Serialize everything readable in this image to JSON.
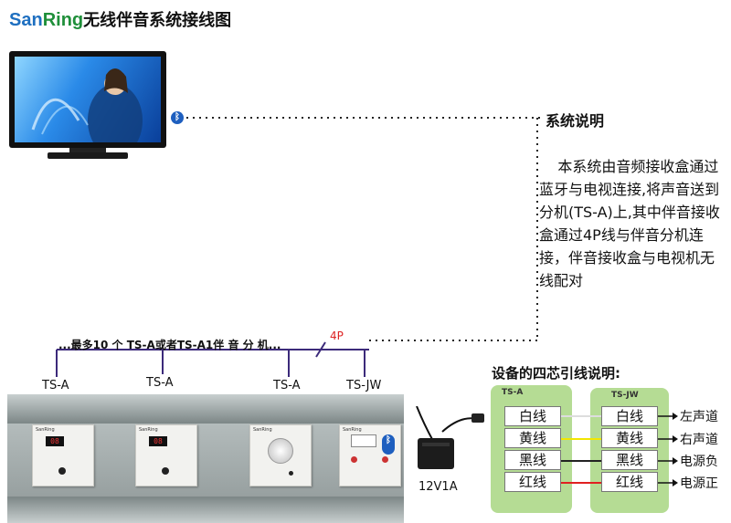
{
  "header": {
    "brand_part1": "San",
    "brand_part2": "Ring",
    "title": "无线伴音系统接线图"
  },
  "tv": {
    "icon": "tv-icon",
    "bluetooth_icon": "bluetooth-icon"
  },
  "description": {
    "title": "系统说明",
    "body": "    本系统由音频接收盒通过蓝牙与电视连接,将声音送到分机(TS-A)上,其中伴音接收盒通过4P线与伴音分机连接，伴音接收盒与电视机无线配对"
  },
  "bus": {
    "label": "...最多10 个 TS-A或者TS-A1伴 音 分 机...",
    "cable_label": "4P",
    "units": [
      "TS-A",
      "TS-A",
      "TS-A",
      "TS-JW"
    ]
  },
  "panel": {
    "brand": "SanRing",
    "display_value": "08"
  },
  "adapter": {
    "label": "12V1A"
  },
  "legend": {
    "title": "设备的四芯引线说明:",
    "left_box_label": "TS-A",
    "right_box_label": "TS-JW",
    "left_wires": [
      "白线",
      "黄线",
      "黑线",
      "红线"
    ],
    "right_wires": [
      "白线",
      "黄线",
      "黑线",
      "红线"
    ],
    "functions": [
      "左声道",
      "右声道",
      "电源负",
      "电源正"
    ],
    "wire_colors": [
      "#dddddd",
      "#f2e600",
      "#222222",
      "#e02020"
    ]
  }
}
